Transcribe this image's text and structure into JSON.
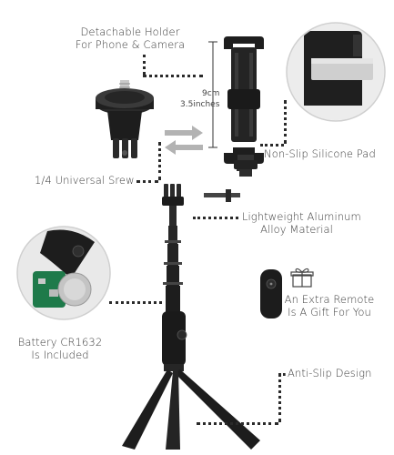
{
  "labels": {
    "holder_line1": "Detachable Holder",
    "holder_line2": "For Phone & Camera",
    "screw": "1/4 Universal Srew",
    "pad": "Non-Slip Silicone Pad",
    "alloy_line1": "Lightweight Aluminum",
    "alloy_line2": "Alloy Material",
    "remote_line1": "An Extra Remote",
    "remote_line2": "Is A Gift For You",
    "battery_line1": "Battery CR1632",
    "battery_line2": "Is Included",
    "antislip": "Anti-Slip Design"
  },
  "dimensions": {
    "metric": "9cm",
    "imperial": "3.5inches"
  },
  "icons": [
    "gift-icon",
    "arrow-left-icon",
    "arrow-right-icon"
  ],
  "colors": {
    "product": "#1c1c1c",
    "accent_grey": "#a9a9a9",
    "text": "#3a3a3a"
  }
}
